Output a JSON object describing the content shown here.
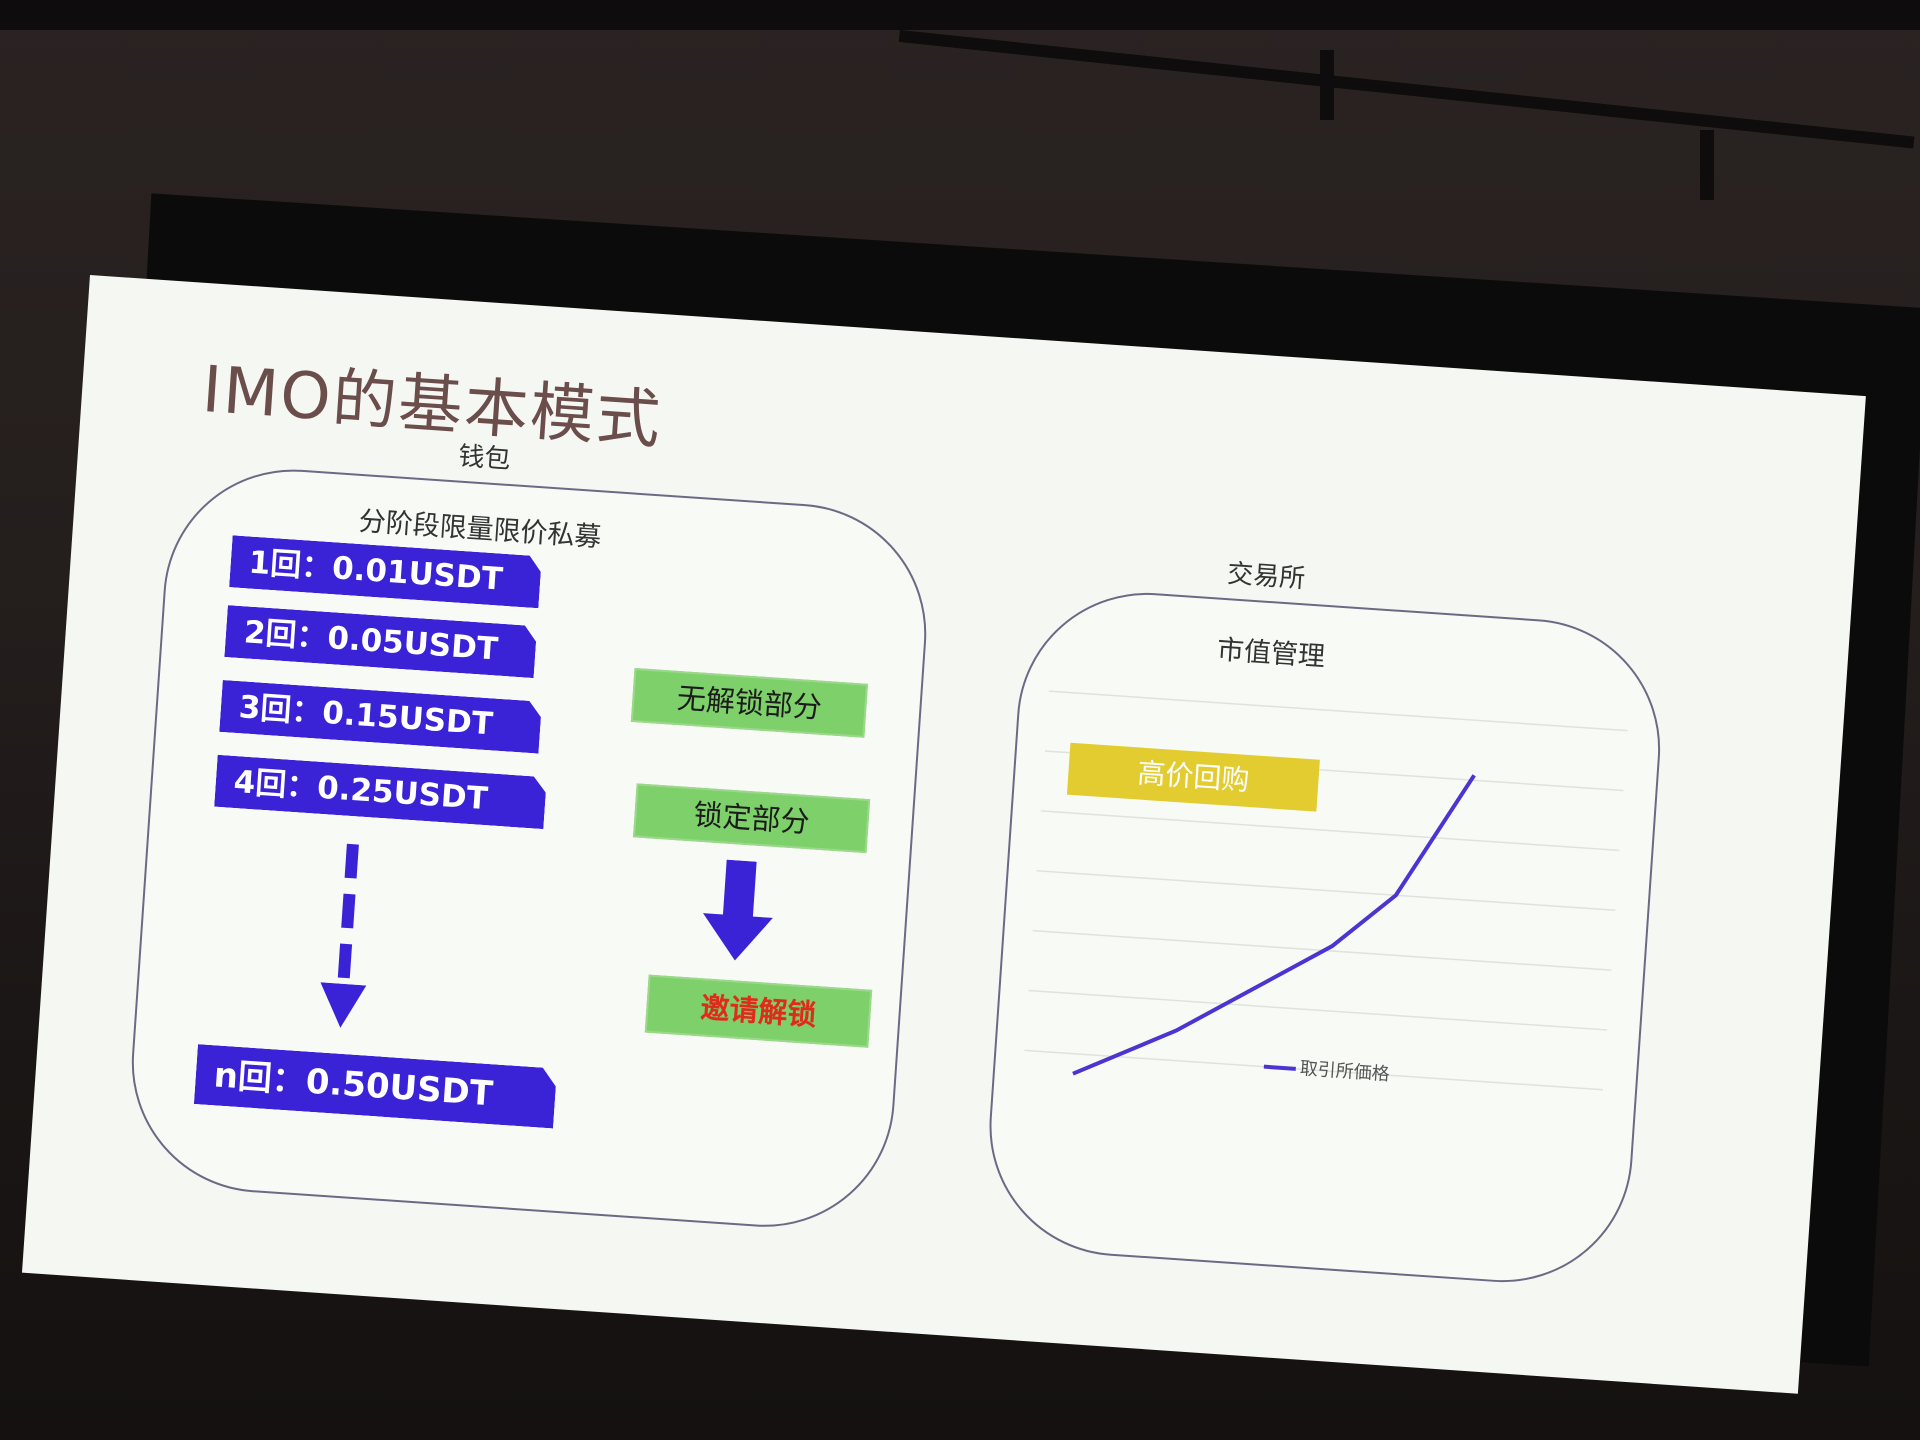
{
  "slide": {
    "title": "IMO的基本模式"
  },
  "wallet": {
    "label": "钱包",
    "subtitle": "分阶段限量限价私募",
    "rounds": [
      "1回：0.01USDT",
      "2回：0.05USDT",
      "3回：0.15USDT",
      "4回：0.25USDT"
    ],
    "final_round": "n回：0.50USDT",
    "no_unlock": "无解锁部分",
    "locked": "锁定部分",
    "invite_unlock": "邀请解锁"
  },
  "exchange": {
    "label": "交易所",
    "subtitle": "市值管理",
    "buyback": "高价回购",
    "legend": "取引所価格"
  },
  "colors": {
    "round_box": "#3a22d6",
    "green_box": "#7ed06a",
    "yellow_box": "#e3cc2f",
    "line": "#4b34d2",
    "invite_text": "#e02b1a"
  }
}
